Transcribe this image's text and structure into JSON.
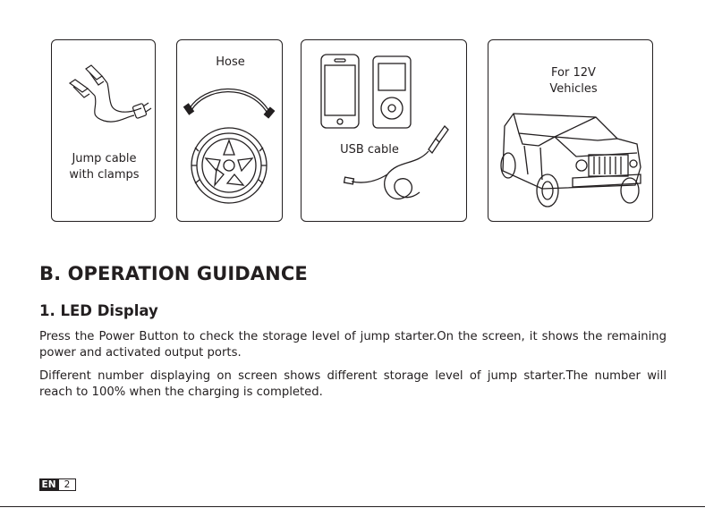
{
  "accessories": {
    "jump_cable": {
      "label": "Jump cable\nwith clamps"
    },
    "hose": {
      "label": "Hose"
    },
    "usb": {
      "label": "USB cable"
    },
    "vehicles": {
      "label": "For 12V\nVehicles"
    }
  },
  "section": {
    "title": "B. OPERATION GUIDANCE",
    "subtitle": "1. LED Display",
    "paragraphs": [
      "Press the Power Button to check the storage level of jump starter.On the screen, it shows the remaining power and activated output ports.",
      "Different number displaying on screen shows different storage level of jump starter.The number will reach to 100% when the charging is completed."
    ]
  },
  "footer": {
    "language": "EN",
    "page": "2"
  }
}
